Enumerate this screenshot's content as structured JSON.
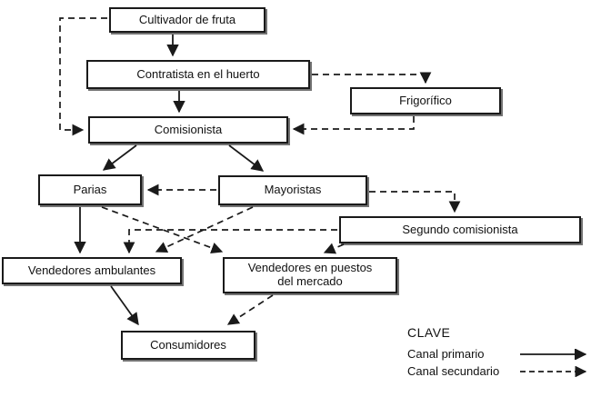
{
  "diagram": {
    "boxes": {
      "cultivador": {
        "label": "Cultivador de fruta"
      },
      "contratista": {
        "label": "Contratista en el huerto"
      },
      "frigorifico": {
        "label": "Frigorífico"
      },
      "comisionista": {
        "label": "Comisionista"
      },
      "parias": {
        "label": "Parias"
      },
      "mayoristas": {
        "label": "Mayoristas"
      },
      "segundo": {
        "label": "Segundo comisionista"
      },
      "vambulantes": {
        "label": "Vendedores ambulantes"
      },
      "vpuestos": {
        "label_line1": "Vendedores en puestos",
        "label_line2": "del mercado"
      },
      "consumidores": {
        "label": "Consumidores"
      }
    },
    "edges": {
      "primary": [
        "Cultivador de fruta -> Contratista en el huerto",
        "Contratista en el huerto -> Comisionista",
        "Comisionista -> Parias",
        "Comisionista -> Mayoristas",
        "Parias -> Vendedores ambulantes",
        "Vendedores ambulantes -> Consumidores"
      ],
      "secondary": [
        "Cultivador de fruta -> Comisionista",
        "Contratista en el huerto -> Frigorífico",
        "Frigorífico -> Comisionista",
        "Mayoristas -> Parias",
        "Mayoristas -> Segundo comisionista",
        "Segundo comisionista -> Vendedores ambulantes",
        "Segundo comisionista -> Vendedores en puestos del mercado",
        "Parias -> Vendedores en puestos del mercado",
        "Mayoristas -> Vendedores ambulantes",
        "Vendedores en puestos del mercado -> Consumidores"
      ]
    },
    "legend": {
      "title": "CLAVE",
      "primary_label": "Canal primario",
      "secondary_label": "Canal secundario"
    },
    "colors": {
      "line": "#1a1a1a",
      "box_background": "#ffffff"
    }
  }
}
